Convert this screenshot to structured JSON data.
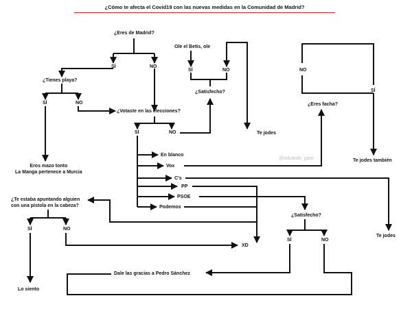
{
  "title": "¿Cómo te afecta el Covid19 con las nuevas medidas en la Comunidad de Madrid?",
  "watermark": "@eduardo_garo",
  "nodes": {
    "q_madrid": "¿Eres de Madrid?",
    "si_madrid": "SÍ",
    "no_madrid": "NO",
    "q_playa": "¿Tienes playa?",
    "si_playa": "SÍ",
    "no_playa": "NO",
    "eros_mazo_tonto": "Eros mazo tonto\nLa Manga pertenece a Murcia",
    "q_votaste": "¿Votaste en las elecciones?",
    "si_votaste": "SÍ",
    "no_votaste": "NO",
    "ole_betis": "Ole el Betis, ole",
    "si_betis": "SÍ",
    "no_betis": "NO",
    "q_satisfecho_1": "¿Satisfecho?",
    "te_jodes_1": "Te jodes",
    "no_facha": "NO",
    "si_facha": "SÍ",
    "q_facha": "¿Eres facha?",
    "te_jodes_tambien": "Te jodes también",
    "en_blanco": "En blanco",
    "vox": "Vox",
    "cs": "C's",
    "pp": "PP",
    "psoe": "PSOE",
    "podemos": "Podemos",
    "q_pistola": "¿Te estaba apuntando alguien\ncon una pistola en la cabeza?",
    "si_pistola": "SÍ",
    "no_pistola": "NO",
    "lo_siento": "Lo siento",
    "xd": "XD",
    "q_satisfecho_2": "¿Satisfecho?",
    "si_satisfecho_2": "SÍ",
    "no_satisfecho_2": "NO",
    "te_jodes_2": "Te jodes",
    "dale_gracias": "Dale las gracias a Pedro Sánchez"
  }
}
